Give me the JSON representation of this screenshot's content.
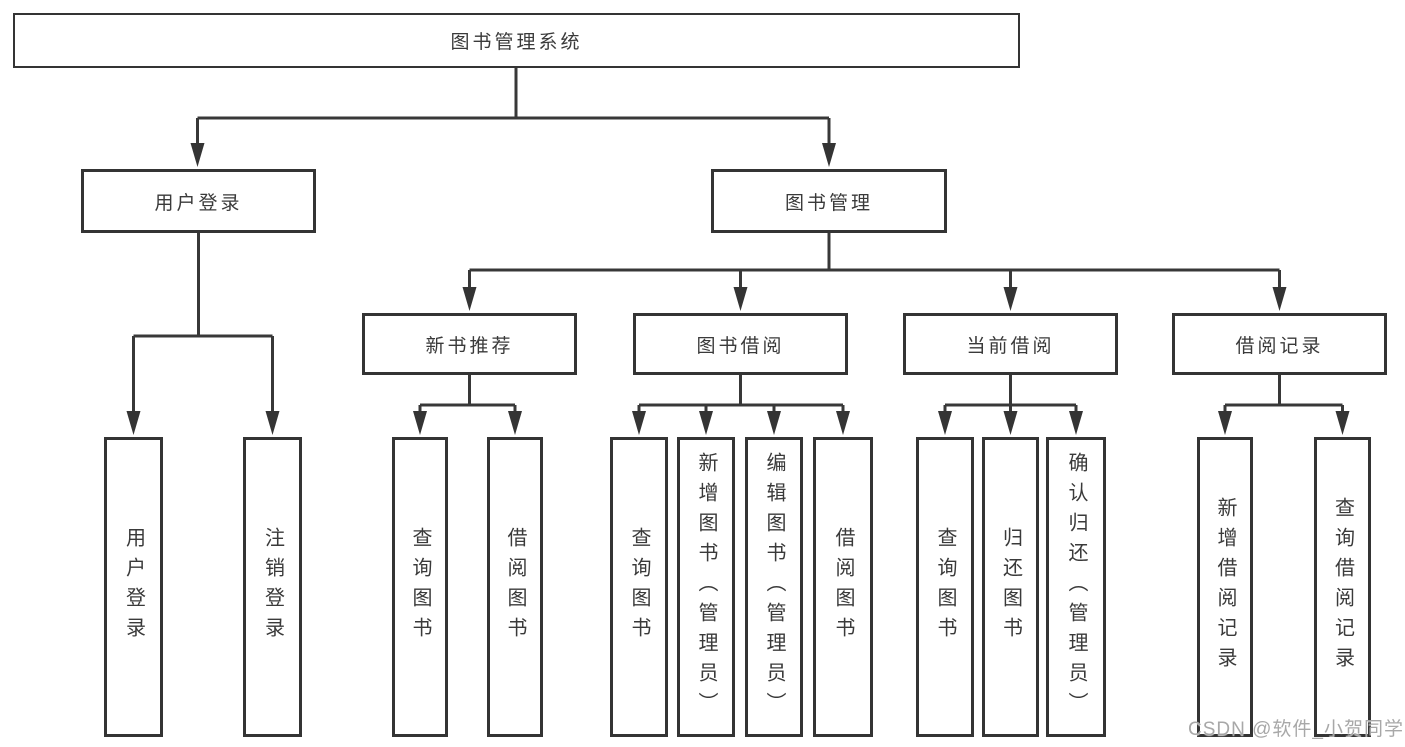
{
  "diagram": {
    "title": "图书管理系统",
    "watermark": "CSDN @软件_小贺同学",
    "colors": {
      "line": "#383838",
      "box_border": "#343434",
      "text": "#3a3a3a",
      "watermark": "#a3a3a3",
      "background": "#ffffff"
    },
    "nodes": {
      "root": {
        "label": "图书管理系统"
      },
      "user_login": {
        "label": "用户登录"
      },
      "book_mgmt": {
        "label": "图书管理"
      },
      "new_book_rec": {
        "label": "新书推荐"
      },
      "book_borrow": {
        "label": "图书借阅"
      },
      "current_borrow": {
        "label": "当前借阅"
      },
      "borrow_records": {
        "label": "借阅记录"
      },
      "leaf_user_login": {
        "label": "用户登录"
      },
      "leaf_logout": {
        "label": "注销登录"
      },
      "rec_query_books": {
        "label": "查询图书"
      },
      "rec_borrow_books": {
        "label": "借阅图书"
      },
      "bb_query_books": {
        "label": "查询图书"
      },
      "bb_add_books": {
        "label": "新增图书（管理员）"
      },
      "bb_edit_books": {
        "label": "编辑图书（管理员）"
      },
      "bb_borrow_books": {
        "label": "借阅图书"
      },
      "cb_query_books": {
        "label": "查询图书"
      },
      "cb_return_books": {
        "label": "归还图书"
      },
      "cb_confirm_return": {
        "label": "确认归还（管理员）"
      },
      "br_add_record": {
        "label": "新增借阅记录"
      },
      "br_query_record": {
        "label": "查询借阅记录"
      }
    },
    "edges": [
      "root -> user_login",
      "root -> book_mgmt",
      "user_login -> leaf_user_login",
      "user_login -> leaf_logout",
      "book_mgmt -> new_book_rec",
      "book_mgmt -> book_borrow",
      "book_mgmt -> current_borrow",
      "book_mgmt -> borrow_records",
      "new_book_rec -> rec_query_books",
      "new_book_rec -> rec_borrow_books",
      "book_borrow -> bb_query_books",
      "book_borrow -> bb_add_books",
      "book_borrow -> bb_edit_books",
      "book_borrow -> bb_borrow_books",
      "current_borrow -> cb_query_books",
      "current_borrow -> cb_return_books",
      "current_borrow -> cb_confirm_return",
      "borrow_records -> br_add_record",
      "borrow_records -> br_query_record"
    ]
  }
}
